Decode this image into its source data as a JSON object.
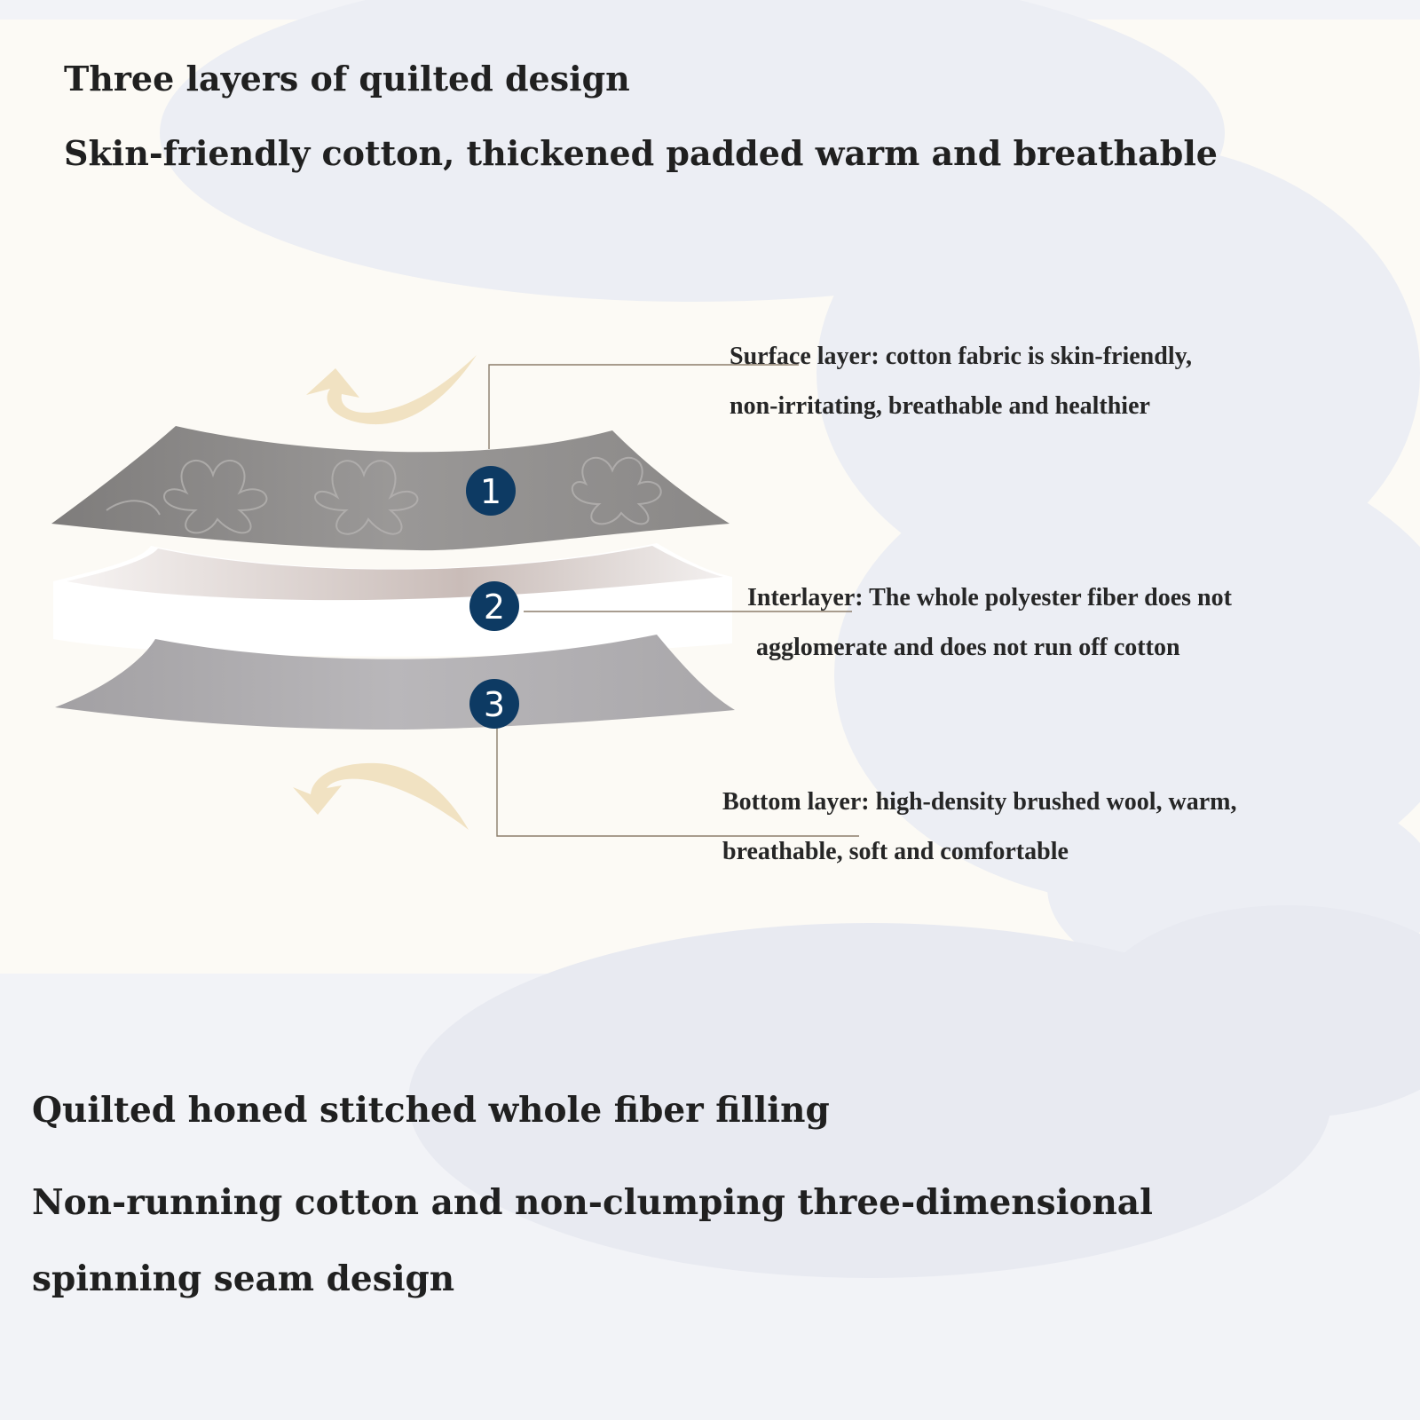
{
  "header": {
    "title": "Three layers of quilted design",
    "subtitle": "Skin-friendly cotton, thickened padded warm and breathable"
  },
  "layers": [
    {
      "number": "1",
      "lines": [
        "Surface layer: cotton fabric is skin-friendly,",
        "non-irritating, breathable and healthier"
      ]
    },
    {
      "number": "2",
      "lines": [
        "Interlayer: The whole polyester fiber does not",
        "agglomerate and does not run off cotton"
      ]
    },
    {
      "number": "3",
      "lines": [
        "Bottom layer: high-density brushed wool, warm,",
        "breathable, soft and comfortable"
      ]
    }
  ],
  "footer": {
    "title": "Quilted honed stitched whole fiber filling",
    "lines": [
      "Non-running cotton and non-clumping three-dimensional",
      "spinning seam design"
    ]
  },
  "colors": {
    "badge": "#0d3a63",
    "arrow": "#f1e2c2",
    "leader": "#8b7d6b",
    "panel": "#fcfaf5",
    "cloud": "#eceef4"
  },
  "icons": [
    "arrow-down-curved-icon",
    "arrow-up-curved-icon"
  ]
}
